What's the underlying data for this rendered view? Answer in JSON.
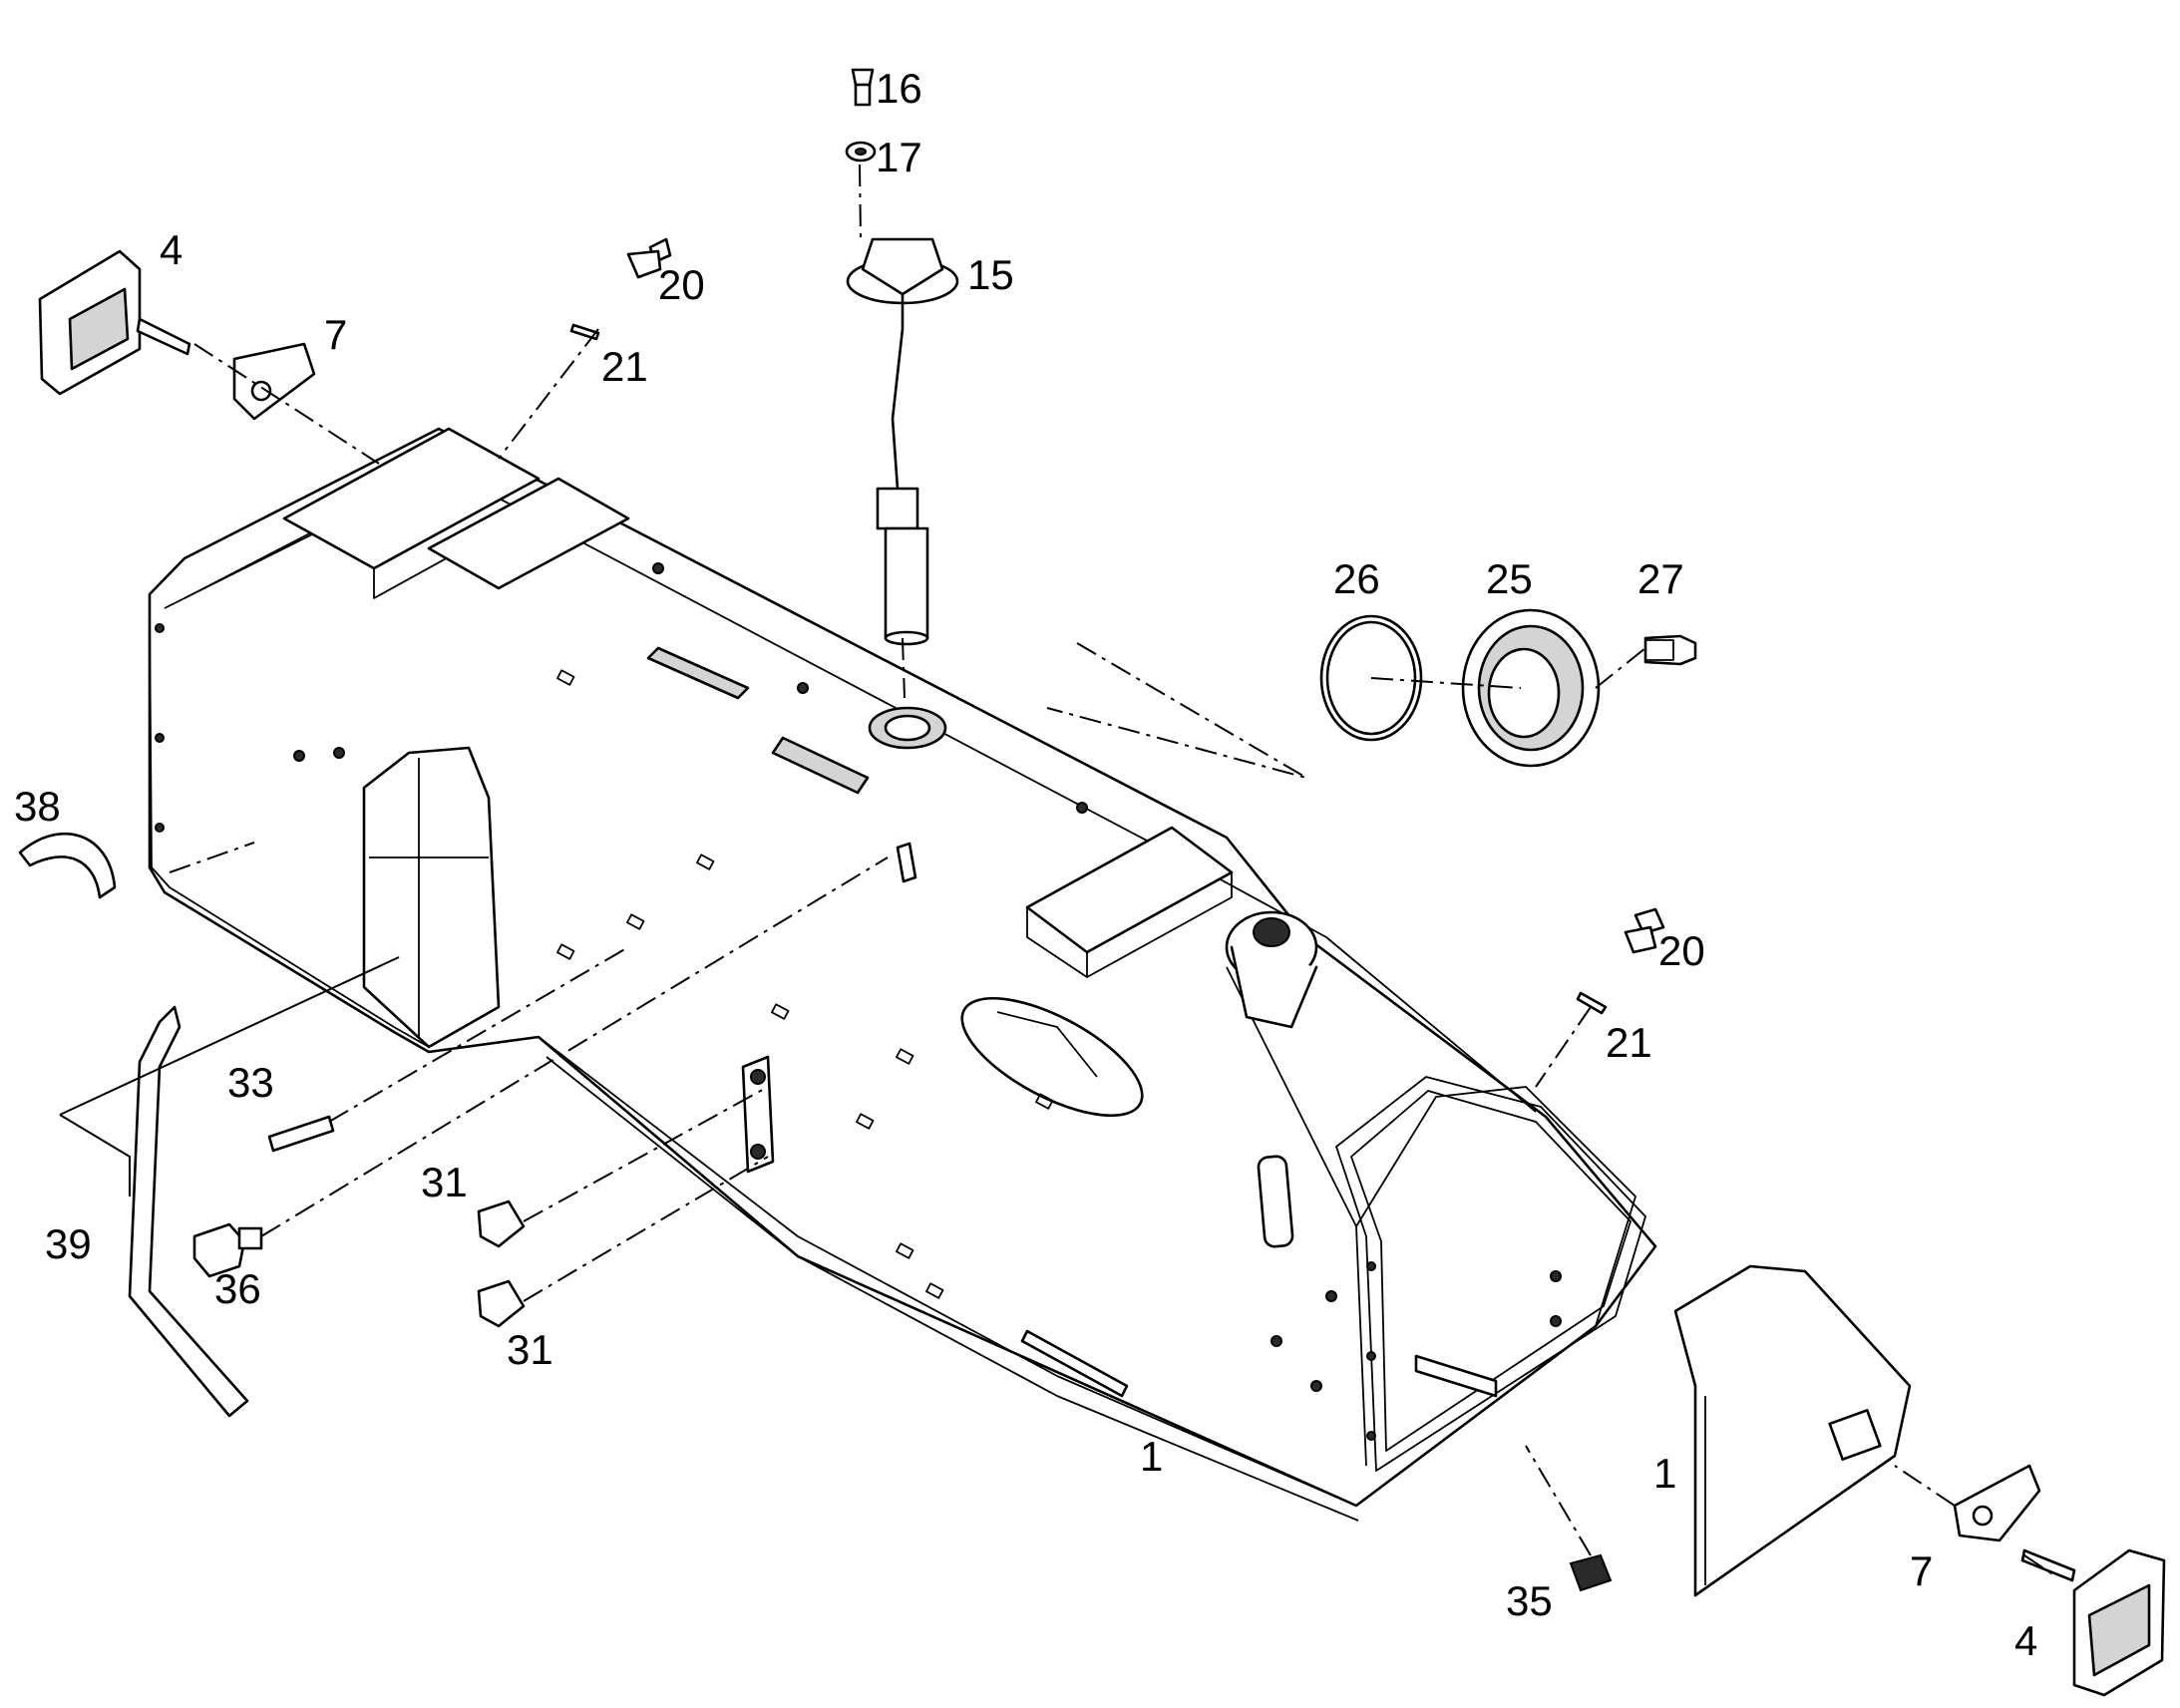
{
  "callouts": [
    {
      "id": "c-16",
      "label": "16"
    },
    {
      "id": "c-17",
      "label": "17"
    },
    {
      "id": "c-15",
      "label": "15"
    },
    {
      "id": "c-4-top",
      "label": "4"
    },
    {
      "id": "c-20-top",
      "label": "20"
    },
    {
      "id": "c-7-top",
      "label": "7"
    },
    {
      "id": "c-21-top",
      "label": "21"
    },
    {
      "id": "c-26",
      "label": "26"
    },
    {
      "id": "c-25",
      "label": "25"
    },
    {
      "id": "c-27",
      "label": "27"
    },
    {
      "id": "c-38",
      "label": "38"
    },
    {
      "id": "c-20-right",
      "label": "20"
    },
    {
      "id": "c-21-right",
      "label": "21"
    },
    {
      "id": "c-33",
      "label": "33"
    },
    {
      "id": "c-31-top",
      "label": "31"
    },
    {
      "id": "c-39",
      "label": "39"
    },
    {
      "id": "c-36",
      "label": "36"
    },
    {
      "id": "c-31-bottom",
      "label": "31"
    },
    {
      "id": "c-1-main",
      "label": "1"
    },
    {
      "id": "c-1-cover",
      "label": "1"
    },
    {
      "id": "c-7-bottom",
      "label": "7"
    },
    {
      "id": "c-35",
      "label": "35"
    },
    {
      "id": "c-4-bottom",
      "label": "4"
    }
  ]
}
